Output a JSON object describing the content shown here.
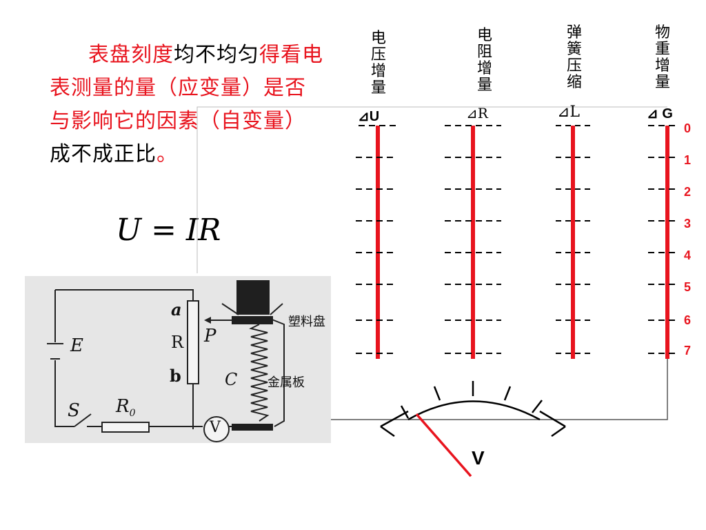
{
  "text": {
    "red_1": "表盘刻度",
    "black_1": "均不均匀",
    "red_2": "得看电表测量的量（应变量）是否与影响它的因素（自变量）",
    "black_2": "成不成正比",
    "red_3": "。"
  },
  "formula": "U = IR",
  "columns": [
    {
      "label": "电压增量",
      "delta": "⊿U"
    },
    {
      "label": "电阻增量",
      "delta": "⊿R"
    },
    {
      "label": "弹簧压缩",
      "delta": "⊿L"
    },
    {
      "label": "物重增量",
      "delta": "⊿ G"
    }
  ],
  "scale_numbers": [
    "0",
    "1",
    "2",
    "3",
    "4",
    "5",
    "6",
    "7"
  ],
  "meter_label": "V",
  "photo_labels": {
    "a": "a",
    "R": "R",
    "b": "b",
    "P": "P",
    "E": "E",
    "S": "S",
    "R0": "R",
    "R0_sub": "0",
    "C": "C",
    "V": "V",
    "plate": "塑料盘",
    "metal": "金属板"
  },
  "colors": {
    "accent_red": "#e8141e"
  }
}
